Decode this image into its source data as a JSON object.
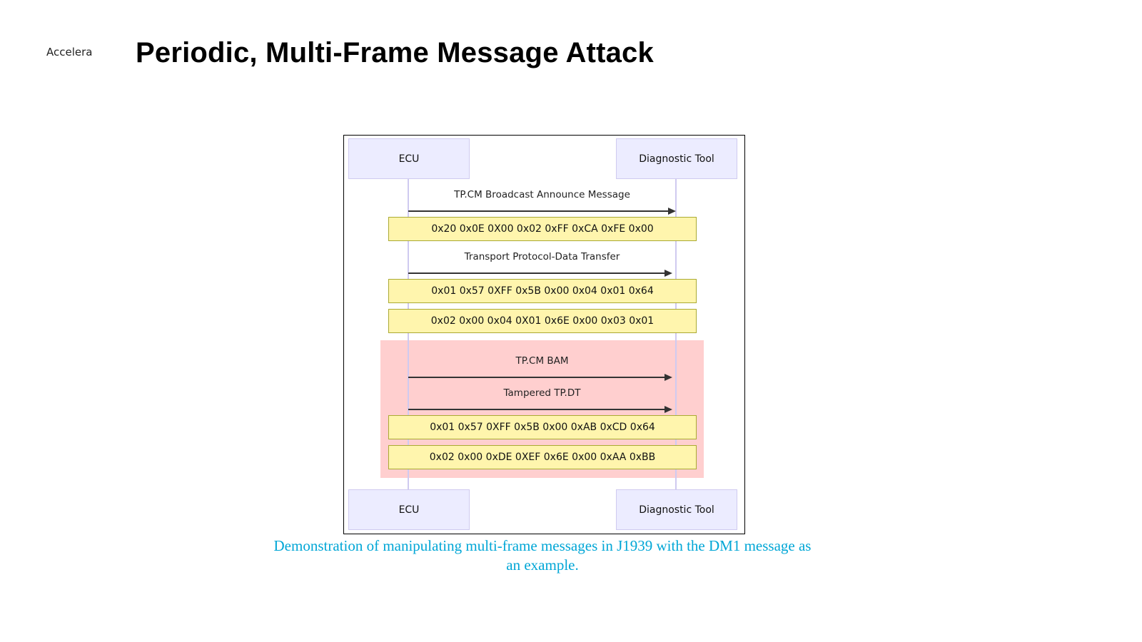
{
  "header": {
    "brand": "Accelera",
    "title": "Periodic, Multi-Frame Message Attack"
  },
  "diagram": {
    "participants": [
      "ECU",
      "Diagnostic Tool"
    ],
    "messages": [
      {
        "label": "TP.CM Broadcast Announce Message"
      },
      {
        "label": "Transport Protocol-Data Transfer"
      },
      {
        "label": "TP.CM BAM"
      },
      {
        "label": "Tampered TP.DT"
      }
    ],
    "notes": [
      {
        "text": "0x20 0x0E 0X00 0x02 0xFF 0xCA 0xFE 0x00"
      },
      {
        "text": "0x01 0x57 0XFF 0x5B 0x00 0x04 0x01 0x64"
      },
      {
        "text": "0x02 0x00 0x04 0X01 0x6E 0x00 0x03 0x01"
      },
      {
        "text": "0x01 0x57 0XFF 0x5B 0x00 0xAB 0xCD 0x64"
      },
      {
        "text": "0x02 0x00 0xDE 0XEF 0x6E 0x00 0xAA 0xBB"
      }
    ],
    "colors": {
      "actor_fill": "#ececff",
      "actor_border": "#cfcaf0",
      "note_fill": "#fff5ad",
      "note_border": "#aaaa33",
      "highlight_fill": "#ffcfcf"
    }
  },
  "caption": "Demonstration of manipulating multi-frame messages in J1939 with the DM1 message as an example."
}
